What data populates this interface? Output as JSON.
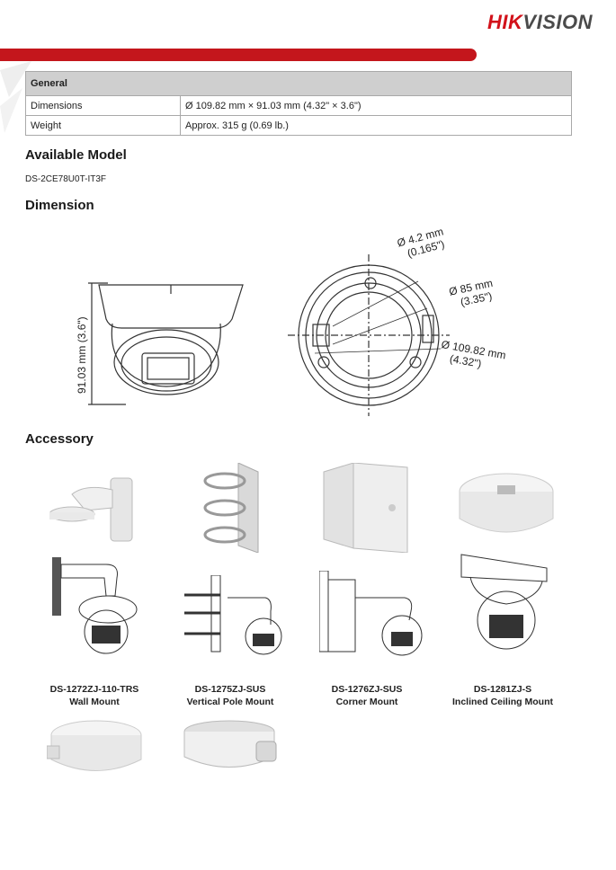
{
  "brand": {
    "part1": "HIK",
    "part2": "VISION"
  },
  "spec_table": {
    "section": "General",
    "rows": [
      {
        "key": "Dimensions",
        "value": "Ø 109.82 mm × 91.03 mm (4.32\" × 3.6\")"
      },
      {
        "key": "Weight",
        "value": "Approx. 315 g (0.69 lb.)"
      }
    ]
  },
  "available_model": {
    "heading": "Available Model",
    "model": "DS-2CE78U0T-IT3F"
  },
  "dimension": {
    "heading": "Dimension",
    "height_label": "91.03 mm (3.6\")",
    "hole_mm": "Ø 4.2 mm",
    "hole_in": "(0.165\")",
    "inner_mm": "Ø 85 mm",
    "inner_in": "(3.35\")",
    "outer_mm": "Ø 109.82 mm",
    "outer_in": "(4.32\")"
  },
  "accessory": {
    "heading": "Accessory",
    "items": [
      {
        "model": "DS-1272ZJ-110-TRS",
        "name": "Wall Mount"
      },
      {
        "model": "DS-1275ZJ-SUS",
        "name": "Vertical Pole Mount"
      },
      {
        "model": "DS-1276ZJ-SUS",
        "name": "Corner Mount"
      },
      {
        "model": "DS-1281ZJ-S",
        "name": "Inclined Ceiling Mount"
      }
    ]
  }
}
